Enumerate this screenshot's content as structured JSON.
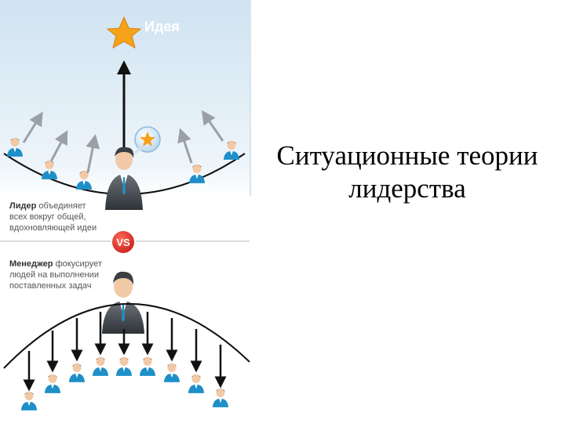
{
  "slide": {
    "title_lines": [
      "Ситуационные теории",
      "лидерства"
    ]
  },
  "diagram": {
    "idea_label": "Идея",
    "leader_caption_lines": [
      {
        "bold": "Лидер",
        "rest": " объединяет"
      },
      {
        "bold": "",
        "rest": "всех вокруг общей,"
      },
      {
        "bold": "",
        "rest": "вдохновляющей идеи"
      }
    ],
    "vs_label": "VS",
    "manager_caption_lines": [
      {
        "bold": "Менеджер",
        "rest": " фокусирует"
      },
      {
        "bold": "",
        "rest": "людей на выполнении"
      },
      {
        "bold": "",
        "rest": "поставленных задач"
      }
    ],
    "colors": {
      "sky_top": "#cfe3f1",
      "sky_bottom": "#ffffff",
      "vs_red": "#e0322a",
      "bold_text": "#333333",
      "caption_text": "#555555",
      "star": "#f7a21b",
      "person_shirt": "#1e8fc8",
      "arrow_grey": "#9aa0a6"
    }
  }
}
